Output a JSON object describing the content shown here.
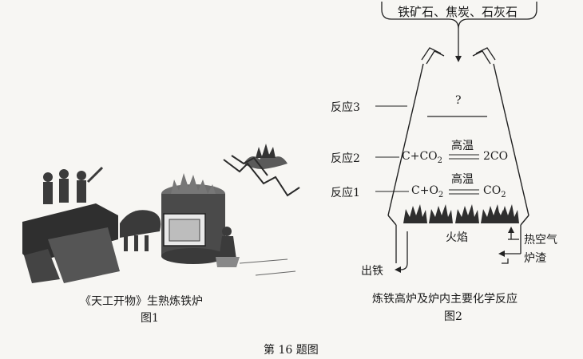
{
  "fig1": {
    "caption": "《天工开物》生熟炼铁炉",
    "label": "图1"
  },
  "fig2": {
    "top_input": "铁矿石、焦炭、石灰石",
    "reaction3_label": "反应3",
    "reaction3_unknown": "?",
    "reaction2_label": "反应2",
    "reaction2_left": "C+CO",
    "reaction2_left_sub": "2",
    "reaction2_condition": "高温",
    "reaction2_right": "2CO",
    "reaction1_label": "反应1",
    "reaction1_left": "C+O",
    "reaction1_left_sub": "2",
    "reaction1_condition": "高温",
    "reaction1_right": "CO",
    "reaction1_right_sub": "2",
    "flame_label": "火焰",
    "hot_air": "热空气",
    "slag": "炉渣",
    "iron_out": "出铁",
    "caption": "炼铁高炉及炉内主要化学反应",
    "label": "图2"
  },
  "footer": "第 16 题图"
}
